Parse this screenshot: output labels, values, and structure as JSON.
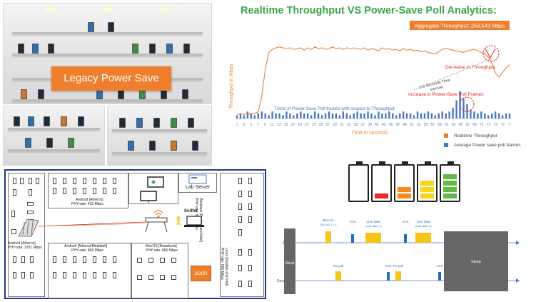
{
  "photos": {
    "main_label": "Legacy Power Save"
  },
  "chart": {
    "title": "Realtime Throughput VS Power-Save Poll Analytics:",
    "banner": "Aggregate Throughput: 253,543 Mbps",
    "colors": {
      "throughput": "#ef7f2d",
      "poll": "#4a78c8",
      "annotation": "#e0211b",
      "banner_bg": "#ef7f2d"
    },
    "annotations": {
      "decrease": "Decrease in Throughput",
      "interval_1": "5-6 Seconds Time",
      "interval_2": "interval",
      "increase": "Increase in Power-Save Poll Frames",
      "trend": "Trend of Power-Save Poll frames with respect to Throughput."
    }
  },
  "chart_data": {
    "type": "line",
    "ylabel": "Throughput in Mbps",
    "xlabel": "Time in seconds",
    "x_tick_labels": [
      "1",
      "3",
      "5",
      "7",
      "9",
      "11",
      "13",
      "15",
      "17",
      "19",
      "21",
      "23",
      "25",
      "27",
      "29",
      "31",
      "33",
      "35",
      "37",
      "39",
      "41",
      "43",
      "45",
      "47",
      "49",
      "51",
      "53",
      "55",
      "57",
      "59",
      "61",
      "63",
      "65",
      "67",
      "69",
      "71",
      "73",
      "75",
      "77",
      "7"
    ],
    "series": [
      {
        "name": "Realtime Throughput",
        "values": [
          2,
          2,
          2,
          2,
          2,
          3,
          5,
          25,
          60,
          82,
          86,
          88,
          89,
          88,
          87,
          88,
          86,
          87,
          88,
          85,
          88,
          86,
          89,
          87,
          88,
          86,
          87,
          89,
          87,
          88,
          86,
          88,
          87,
          88,
          87,
          86,
          88,
          85,
          87,
          86,
          84,
          88,
          86,
          87,
          85,
          86,
          84,
          87,
          85,
          86,
          84,
          85,
          83,
          84,
          82,
          81,
          80,
          83,
          86,
          87,
          86,
          85,
          84,
          83,
          82,
          84,
          85,
          86,
          84,
          82,
          80,
          76,
          68,
          55,
          50,
          56,
          62,
          66
        ]
      },
      {
        "name": "Average Power save poll frames",
        "values": [
          1,
          2,
          1,
          3,
          2,
          1,
          2,
          3,
          2,
          1,
          3,
          2,
          2,
          1,
          3,
          2,
          1,
          2,
          3,
          2,
          2,
          1,
          3,
          2,
          1,
          2,
          3,
          2,
          2,
          1,
          3,
          2,
          1,
          2,
          3,
          2,
          2,
          3,
          2,
          1,
          3,
          2,
          2,
          3,
          2,
          1,
          2,
          3,
          2,
          2,
          1,
          3,
          2,
          2,
          3,
          2,
          1,
          2,
          3,
          2,
          3,
          5,
          9,
          14,
          10,
          7,
          4,
          3,
          2,
          3,
          2,
          1,
          2,
          3,
          2,
          1,
          2,
          2
        ]
      }
    ]
  },
  "floorplan": {
    "lab_server": "Lab Server",
    "sniffer": "Sniffer",
    "door": "DOOR",
    "android_atheros_top": "Android [Atheros]",
    "phy_433": "PHY-rate: 433 Mbps",
    "android_atheros_left": "Android [Atheros]",
    "phy_1201": "PHY-rate: 1201 Mbps",
    "android_mediatek": "Android [Atheros/Mediatek]",
    "phy_866_a": "PHY-rate: 866 Mbps",
    "macos": "MacOS [Broadcom]",
    "phy_866_b": "PHY-rate: 866 Mbps",
    "windows": "Windows [Realtek and Intel]",
    "phy_866_c": "PHY-rate: 866 Mbps",
    "linux": "Linux [Realtek and Intel]",
    "phy_866_d": "PHY-rate: 866 Mbps"
  },
  "batteries": [
    {
      "level": 0,
      "color": "#e8282b"
    },
    {
      "level": 1,
      "color": "#e8282b"
    },
    {
      "level": 2,
      "color": "#f58b1f"
    },
    {
      "level": 3,
      "color": "#f7d417"
    },
    {
      "level": 4,
      "color": "#62b846"
    }
  ],
  "timing": {
    "ap": "AP",
    "device": "Device",
    "sleep_left": "Sleep",
    "sleep_right": "Sleep",
    "beacon": "Beacon",
    "beacon_sub": "TIM_AID_1 = 1",
    "ack1": "ACK",
    "qos_1": "QoS data",
    "qos_1_sub": "(more data =1)",
    "ack2": "ACK",
    "qos_2": "QoS data",
    "qos_2_sub": "(more data =0)",
    "ps_poll_1": "PS poll",
    "ack3": "ACK",
    "ps_poll_2": "PS poll",
    "ack4": "ACK",
    "colors": {
      "beacon": "#f5c518",
      "ack": "#1f6fc4",
      "sleep": "#666666"
    }
  }
}
